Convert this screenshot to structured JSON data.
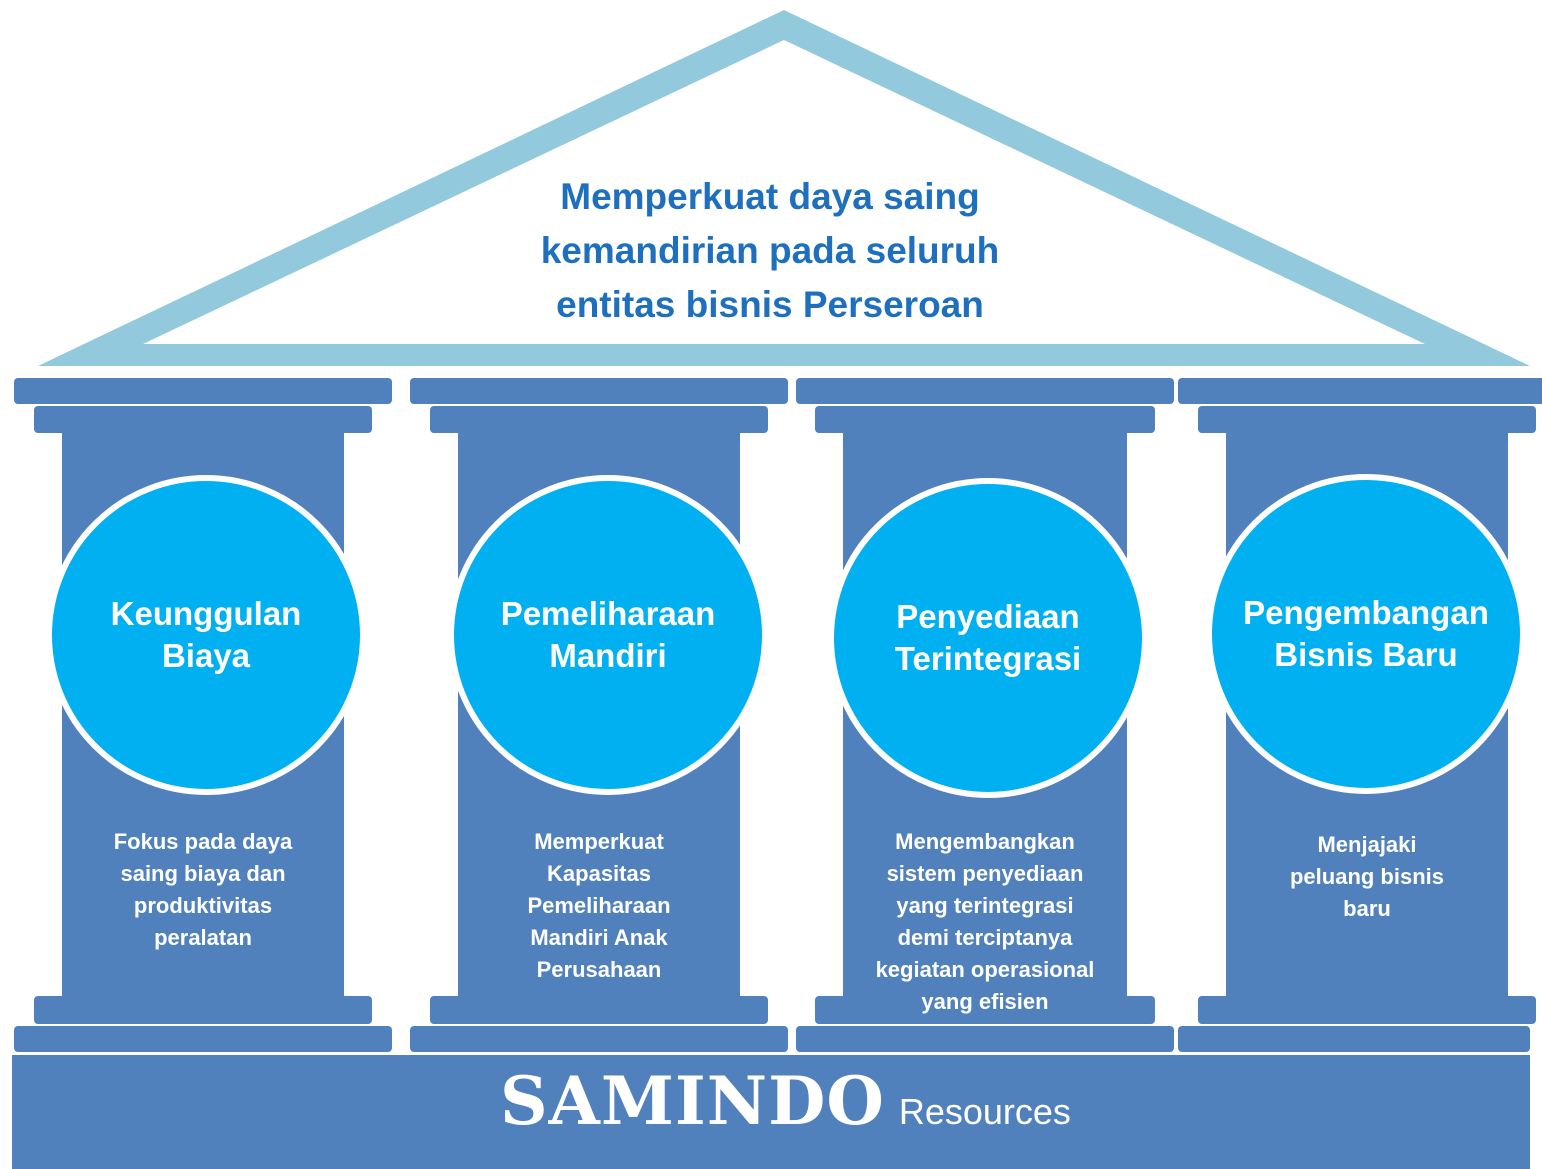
{
  "roof": {
    "title_lines": [
      "Memperkuat daya saing",
      "kemandirian pada seluruh",
      "entitas bisnis Perseroan"
    ]
  },
  "pillars": [
    {
      "title_lines": [
        "Keunggulan",
        "Biaya"
      ],
      "desc_lines": [
        "Fokus pada daya",
        "saing biaya dan",
        "produktivitas",
        "peralatan"
      ]
    },
    {
      "title_lines": [
        "Pemeliharaan",
        "Mandiri"
      ],
      "desc_lines": [
        "Memperkuat",
        "Kapasitas",
        "Pemeliharaan",
        "Mandiri Anak",
        "Perusahaan"
      ]
    },
    {
      "title_lines": [
        "Penyediaan",
        "Terintegrasi"
      ],
      "desc_lines": [
        "Mengembangkan",
        "sistem penyediaan",
        "yang terintegrasi",
        "demi terciptanya",
        "kegiatan operasional",
        "yang efisien"
      ]
    },
    {
      "title_lines": [
        "Pengembangan",
        "Bisnis Baru"
      ],
      "desc_lines": [
        "Menjajaki",
        "peluang bisnis",
        "baru"
      ]
    }
  ],
  "foundation": {
    "logo_main": "SAMINDO",
    "logo_sub": "Resources"
  },
  "colors": {
    "roof": "#92c9dc",
    "pillar": "#5181bd",
    "circle": "#00b0f0",
    "title_text": "#1f6fbf"
  }
}
